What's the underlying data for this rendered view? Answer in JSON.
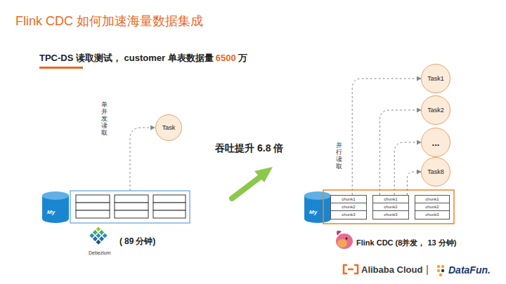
{
  "diagram": {
    "title": "Flink CDC 如何加速海量数据集成",
    "nodes": [
      {
        "text": [
          "Task"
        ]
      },
      {
        "text": [
          "Task1"
        ]
      },
      {
        "text": [
          "Task2"
        ]
      },
      {
        "text": [
          "..."
        ]
      },
      {
        "text": [
          "Task8"
        ]
      },
      {
        "text": [
          "chunk1",
          "chunk2",
          "chunk3"
        ]
      },
      {
        "text": [
          "chunk1",
          "chunk2",
          "chunk3"
        ]
      },
      {
        "text": [
          "chunk1",
          "chunk2",
          "chunk3"
        ]
      }
    ],
    "edges": [
      {
        "from": 5,
        "to": 1,
        "arrow": "to"
      },
      {
        "from": 6,
        "to": 2,
        "arrow": "to"
      },
      {
        "from": 6,
        "to": 3,
        "arrow": "to"
      },
      {
        "from": 6,
        "to": 4,
        "arrow": "to"
      }
    ],
    "labels": [
      "TPC-DS 读取测试， customer 单表数据量",
      "6500",
      "万",
      "单并发读取",
      "吞吐提升",
      "6.8",
      "倍",
      "并行读取",
      "My",
      "My",
      "Debezium",
      "(",
      "89",
      "分钟)",
      "Flink CDC (8并发，",
      "13",
      "分钟)",
      "Alibaba Cloud",
      "|",
      "DataFun."
    ]
  }
}
